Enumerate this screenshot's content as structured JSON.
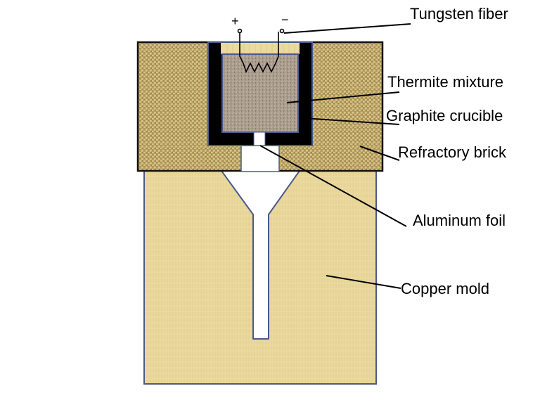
{
  "diagram": {
    "title": "Thermite casting setup",
    "terminals": {
      "positive": "+",
      "negative": "−"
    },
    "labels": {
      "tungsten_fiber": "Tungsten fiber",
      "thermite_mixture": "Thermite mixture",
      "graphite_crucible": "Graphite crucible",
      "refractory_brick": "Refractory brick",
      "aluminum_foil": "Aluminum foil",
      "copper_mold": "Copper mold"
    },
    "colors": {
      "refractory_brick": "#b49a55",
      "copper_mold": "#e8d59a",
      "graphite_crucible": "#000000",
      "thermite_mixture": "#a89a8a",
      "outline": "#4a5a8a"
    }
  }
}
